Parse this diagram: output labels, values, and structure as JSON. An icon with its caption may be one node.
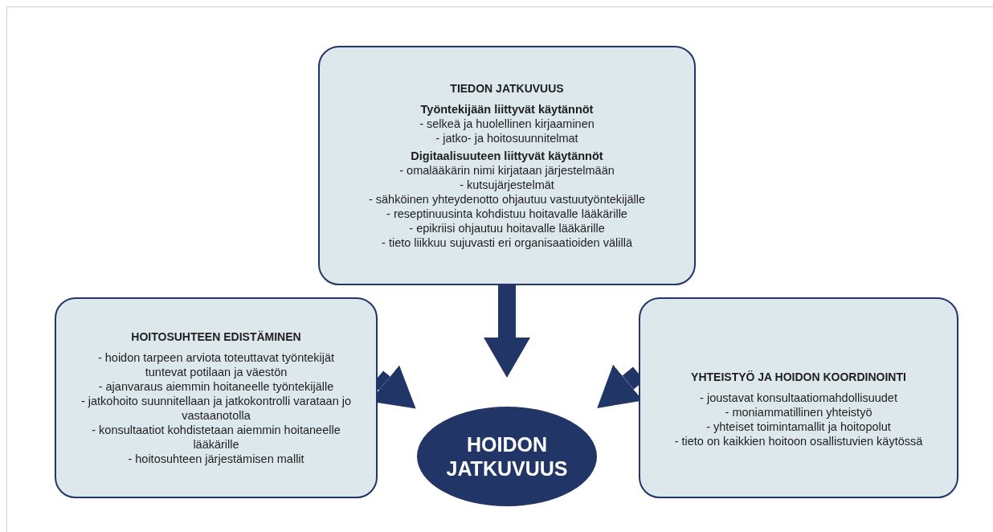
{
  "diagram": {
    "nodes": [
      {
        "text": [
          "TIEDON JATKUVUUS",
          "Työntekijään liittyvät käytännöt",
          "- selkeä ja huolellinen kirjaaminen",
          "- jatko- ja hoitosuunnitelmat",
          "Digitaalisuuteen liittyvät käytännöt",
          "- omalääkärin nimi kirjataan järjestelmään",
          "- kutsujärjestelmät",
          "- sähköinen yhteydenotto ohjautuu vastuutyöntekijälle",
          "- reseptinuusinta kohdistuu hoitavalle lääkärille",
          "- epikriisi ohjautuu hoitavalle lääkärille",
          "- tieto liikkuu sujuvasti eri organisaatioiden välillä"
        ]
      },
      {
        "text": [
          "HOITOSUHTEEN EDISTÄMINEN",
          "- hoidon tarpeen arviota toteuttavat työntekijät tuntevat potilaan ja väestön",
          "- ajanvaraus aiemmin hoitaneelle työntekijälle",
          "- jatkohoito suunnitellaan ja jatkokontrolli varataan jo vastaanotolla",
          "- konsultaatiot kohdistetaan aiemmin hoitaneelle lääkärille",
          "- hoitosuhteen järjestämisen mallit"
        ]
      },
      {
        "text": [
          "HOIDON JATKUVUUS"
        ]
      },
      {
        "text": [
          "YHTEISTYÖ JA HOIDON KOORDINOINTI",
          "- joustavat konsultaatiomahdollisuudet",
          "- moniammatillinen yhteistyö",
          "- yhteiset toimintamallit ja hoitopolut",
          "- tieto on kaikkien hoitoon osallistuvien käytössä"
        ]
      }
    ],
    "edges": [
      {
        "from": 0,
        "to": 2,
        "arrow": "to"
      },
      {
        "from": 1,
        "to": 2,
        "arrow": "to"
      },
      {
        "from": 3,
        "to": 2,
        "arrow": "to"
      }
    ]
  }
}
